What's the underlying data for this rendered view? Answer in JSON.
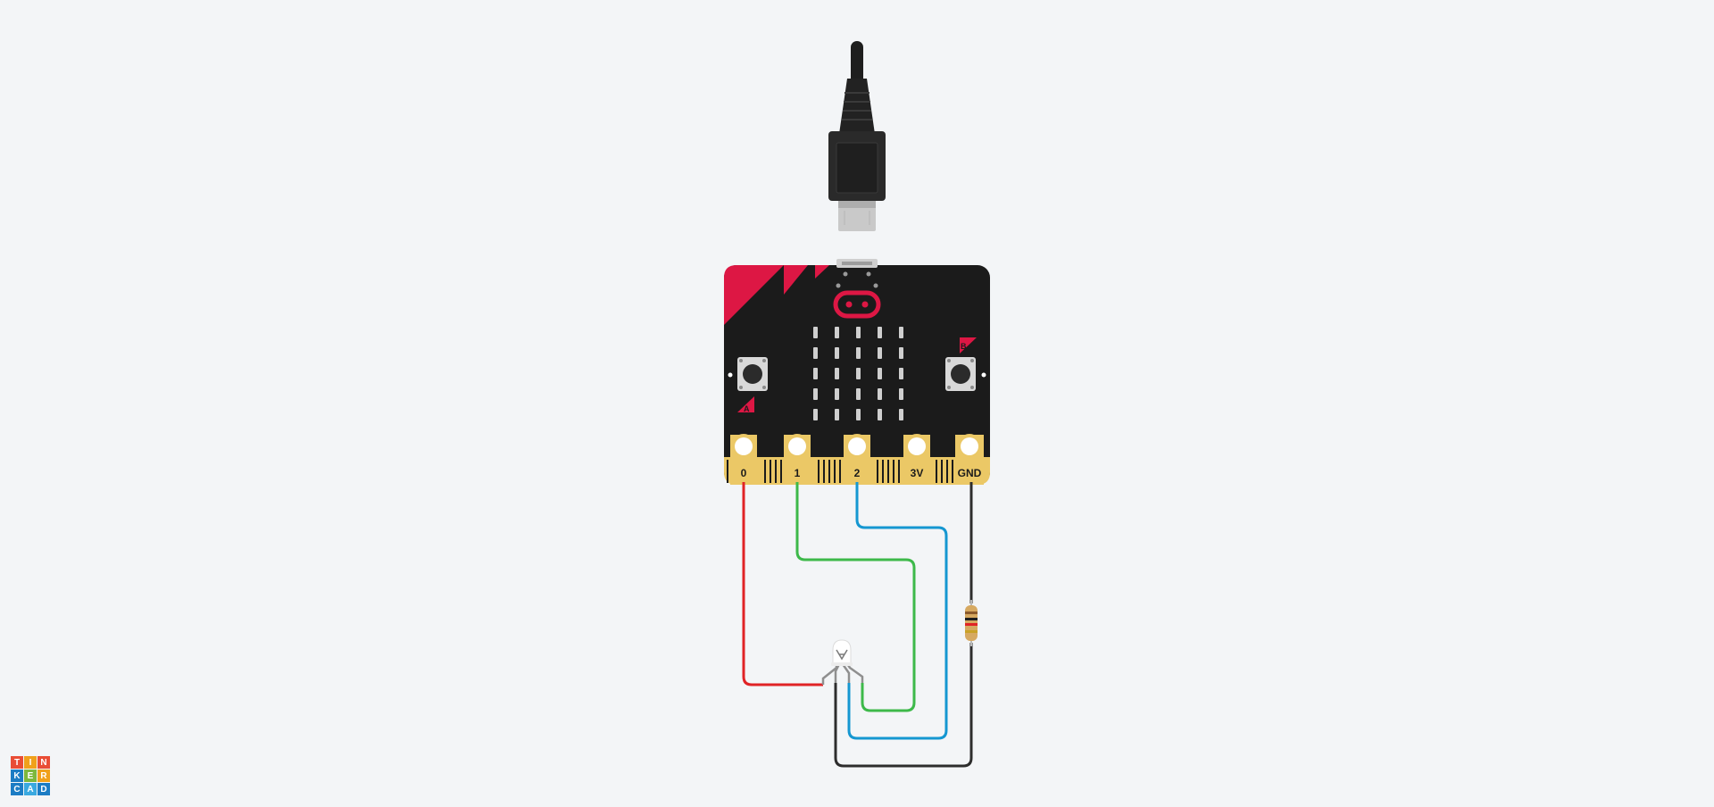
{
  "app": "Tinkercad Circuits",
  "colors": {
    "background": "#f3f5f7",
    "board": "#1b1b1b",
    "board_accent": "#dd1744",
    "edge_connector": "#ebc866",
    "wire_red": "#e02326",
    "wire_green": "#3db94a",
    "wire_blue": "#1597d1",
    "wire_black": "#2d2d2d"
  },
  "usb_cable": {
    "icon": "micro-usb-cable"
  },
  "board": {
    "name": "micro:bit",
    "buttons": [
      {
        "id": "a",
        "letter": "A"
      },
      {
        "id": "b",
        "letter": "B"
      }
    ],
    "led_matrix": {
      "rows": 5,
      "cols": 5
    },
    "pins": [
      {
        "id": "p0",
        "label": "0"
      },
      {
        "id": "p1",
        "label": "1"
      },
      {
        "id": "p2",
        "label": "2"
      },
      {
        "id": "p3v",
        "label": "3V"
      },
      {
        "id": "pgnd",
        "label": "GND"
      }
    ]
  },
  "components": {
    "rgb_led": {
      "type": "RGB LED"
    },
    "resistor": {
      "type": "resistor"
    }
  },
  "wires": [
    {
      "from": "0",
      "to": "rgb_led.red",
      "color": "#e02326"
    },
    {
      "from": "1",
      "to": "rgb_led.green",
      "color": "#3db94a"
    },
    {
      "from": "2",
      "to": "rgb_led.blue",
      "color": "#1597d1"
    },
    {
      "from": "GND",
      "to": "rgb_led.common",
      "color": "#2d2d2d",
      "via": "resistor"
    }
  ],
  "logo": {
    "letters": [
      "T",
      "I",
      "N",
      "K",
      "E",
      "R",
      "C",
      "A",
      "D"
    ],
    "colors": [
      "#e94d35",
      "#f0a11b",
      "#e94d35",
      "#1c7cc4",
      "#7db83d",
      "#f0a11b",
      "#1c7cc4",
      "#3aa9e0",
      "#1c7cc4"
    ]
  }
}
